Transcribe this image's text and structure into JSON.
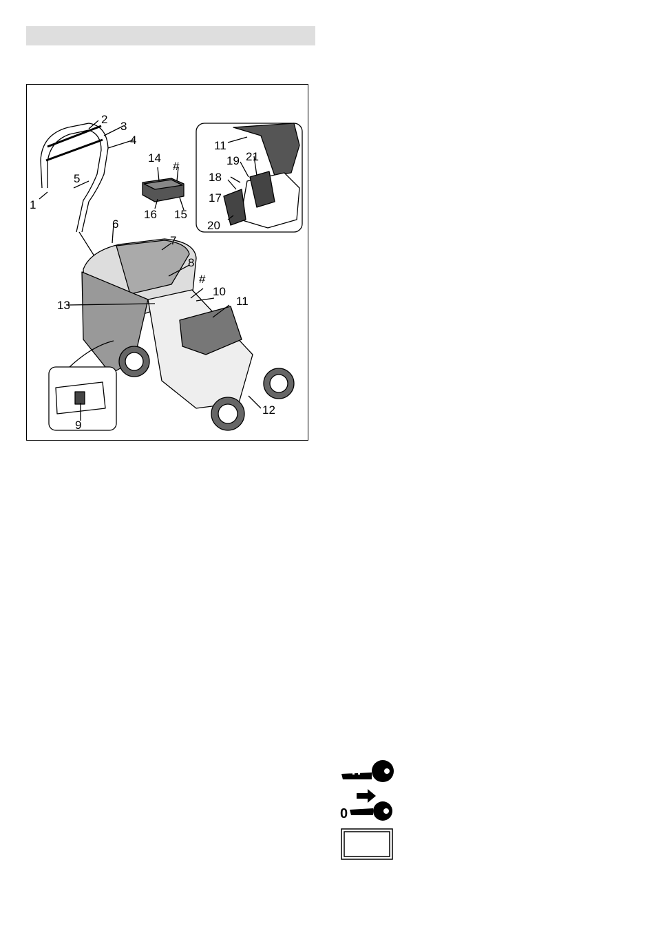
{
  "figure": {
    "callouts": {
      "c1": "1",
      "c2": "2",
      "c3": "3",
      "c4": "4",
      "c5": "5",
      "c6": "6",
      "c7": "7",
      "c8": "8",
      "hash1": "#",
      "c10": "10",
      "c11": "11",
      "c12": "12",
      "c13": "13",
      "c9": "9",
      "c14": "14",
      "hash2": "#",
      "c15": "15",
      "c16": "16",
      "i11": "11",
      "i17": "17",
      "i18": "18",
      "i19": "19",
      "i20": "20",
      "i21": "21"
    }
  },
  "symbols": {
    "icons": [
      "key-icon",
      "zero-arrow-key-icon",
      "blank-box-icon"
    ],
    "zero_label": "0"
  }
}
